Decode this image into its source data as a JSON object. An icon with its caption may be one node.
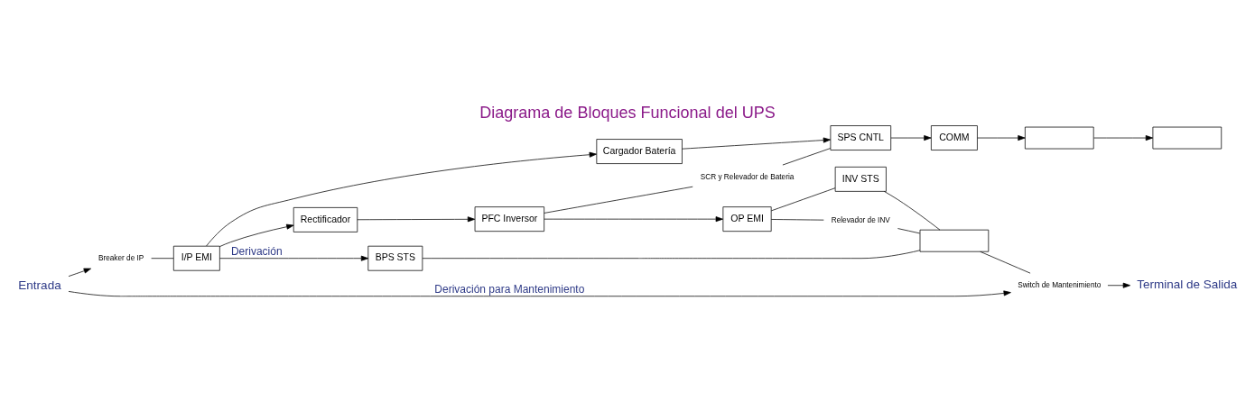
{
  "diagram": {
    "title": "Diagrama de Bloques Funcional del UPS",
    "nodes": [
      {
        "text": [
          "Entrada"
        ]
      },
      {
        "text": [
          "Breaker de IP"
        ]
      },
      {
        "text": [
          "I/P EMI"
        ]
      },
      {
        "text": [
          "Rectificador"
        ]
      },
      {
        "text": [
          "PFC Inversor"
        ]
      },
      {
        "text": [
          "OP EMI"
        ]
      },
      {
        "text": [
          "Relevador de INV"
        ]
      },
      {
        "text": [
          "INV STS"
        ]
      },
      {
        "text": [
          "BPS STS"
        ]
      },
      {
        "text": [],
        "shape": "box"
      },
      {
        "text": [
          "Switch de Mantenimiento"
        ]
      },
      {
        "text": [
          "Terminal de Salida"
        ]
      },
      {
        "text": [
          "SCR y Relevador de Bateria"
        ]
      },
      {
        "text": [
          "Cargador Batería"
        ]
      },
      {
        "text": [
          "SPS CNTL"
        ]
      },
      {
        "text": [
          "COMM"
        ]
      },
      {
        "text": [],
        "shape": "box"
      },
      {
        "text": [],
        "shape": "box"
      }
    ],
    "edges": [
      {
        "from": 0,
        "to": 1,
        "arrow": "to"
      },
      {
        "from": 1,
        "to": 2,
        "arrow": "none"
      },
      {
        "from": 2,
        "to": 3,
        "arrow": "to"
      },
      {
        "from": 3,
        "to": 4,
        "arrow": "to"
      },
      {
        "from": 4,
        "to": 5,
        "arrow": "to"
      },
      {
        "from": 5,
        "to": 6,
        "arrow": "none"
      },
      {
        "from": 5,
        "to": 7,
        "arrow": "none"
      },
      {
        "from": 6,
        "to": 9,
        "arrow": "none"
      },
      {
        "from": 7,
        "to": 9,
        "arrow": "none"
      },
      {
        "from": 8,
        "to": 9,
        "arrow": "none"
      },
      {
        "from": 2,
        "to": 8,
        "arrow": "to",
        "label": "Derivación"
      },
      {
        "from": 9,
        "to": 10,
        "arrow": "none"
      },
      {
        "from": 10,
        "to": 11,
        "arrow": "to"
      },
      {
        "from": 0,
        "to": 10,
        "arrow": "to",
        "label": "Derivación para Mantenimiento"
      },
      {
        "from": 4,
        "to": 12,
        "arrow": "none"
      },
      {
        "from": 12,
        "to": 14,
        "arrow": "none"
      },
      {
        "from": 2,
        "to": 13,
        "arrow": "to"
      },
      {
        "from": 13,
        "to": 14,
        "arrow": "to"
      },
      {
        "from": 14,
        "to": 15,
        "arrow": "to"
      },
      {
        "from": 15,
        "to": 16,
        "arrow": "to"
      },
      {
        "from": 16,
        "to": 17,
        "arrow": "to"
      }
    ]
  }
}
